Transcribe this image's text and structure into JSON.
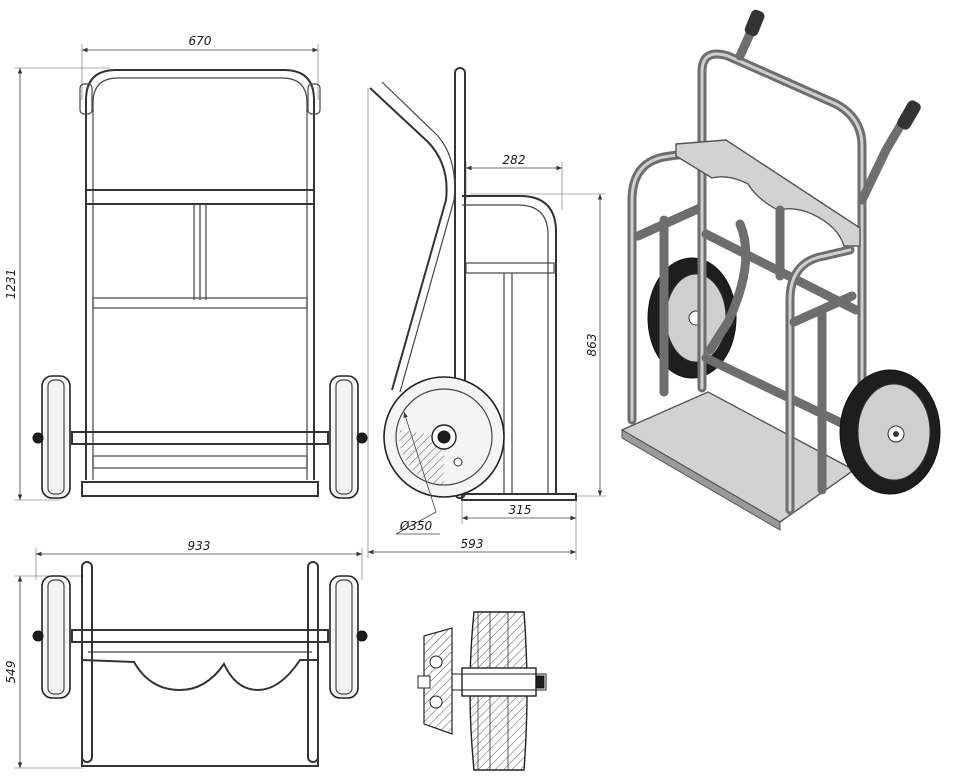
{
  "dimensions": {
    "front_width": "670",
    "front_height": "1231",
    "side_depth_top": "282",
    "side_height": "863",
    "wheel_diameter": "Ø350",
    "side_base": "315",
    "side_overall": "593",
    "top_width": "933",
    "top_depth": "549"
  }
}
